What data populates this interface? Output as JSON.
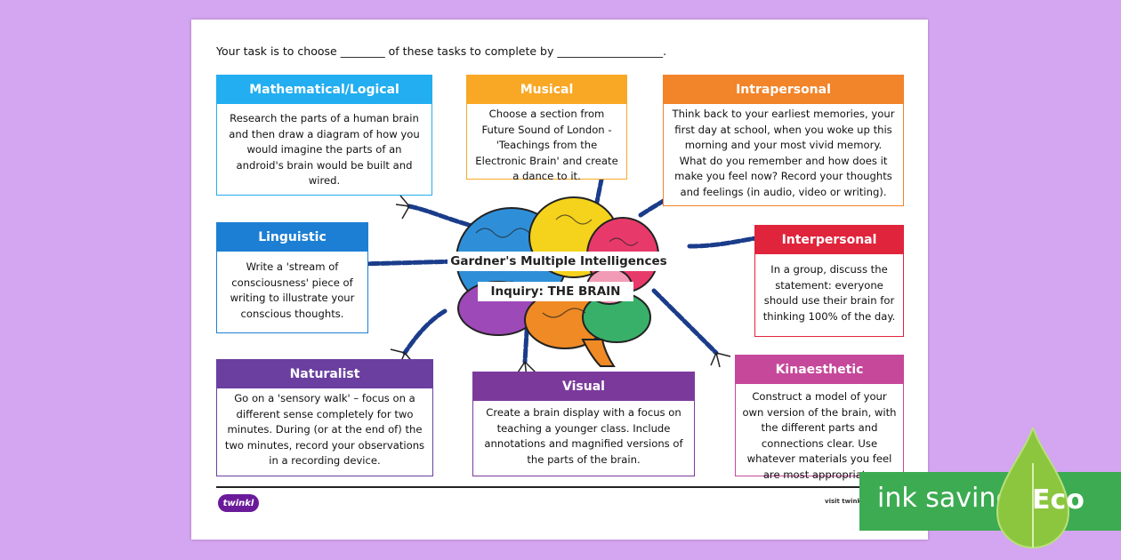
{
  "task_line": "Your task is to choose ________ of these tasks to complete by ___________________.",
  "colors": {
    "background": "#d4a5f0",
    "mathematical": "#22aef0",
    "musical": "#f9a825",
    "intrapersonal": "#f2842a",
    "linguistic": "#1d7fd4",
    "interpersonal": "#e0243b",
    "naturalist": "#6b3fa0",
    "visual": "#7b3a9b",
    "kinaesthetic": "#c5489a",
    "eco_green": "#3cab52"
  },
  "center": {
    "title": "Gardner's Multiple Intelligences",
    "subtitle": "Inquiry: THE BRAIN"
  },
  "boxes": {
    "mathematical": {
      "title": "Mathematical/Logical",
      "text": "Research the parts of a human brain and then draw a diagram of how you would imagine the parts of an android's brain would be built and wired."
    },
    "musical": {
      "title": "Musical",
      "text": "Choose a section from Future Sound of London - 'Teachings from the Electronic Brain' and create a dance to it."
    },
    "intrapersonal": {
      "title": "Intrapersonal",
      "text": "Think back to your earliest memories, your first day at school, when you woke up this morning and your most vivid memory.  What do you remember and how does it make you feel now?  Record your thoughts and feelings (in audio, video or writing)."
    },
    "linguistic": {
      "title": "Linguistic",
      "text": "Write a 'stream of consciousness' piece of writing to illustrate your conscious thoughts."
    },
    "interpersonal": {
      "title": "Interpersonal",
      "text": "In a group, discuss the statement: everyone should use their brain for thinking 100% of the day."
    },
    "naturalist": {
      "title": "Naturalist",
      "text": "Go on a 'sensory walk' – focus on a different sense completely for two minutes. During (or at the end of) the two minutes, record your observations in a recording device."
    },
    "visual": {
      "title": "Visual",
      "text": "Create a brain display with a focus on teaching a younger class.  Include annotations and magnified versions of the parts of the brain."
    },
    "kinaesthetic": {
      "title": "Kinaesthetic",
      "text": "Construct a model of your own version of the brain, with the different parts and connections clear.  Use whatever materials you feel are most appropriate."
    }
  },
  "footer": {
    "logo": "twinkl",
    "visit": "visit twinkl.c"
  },
  "eco_badge": {
    "text": "ink saving",
    "label": "Eco"
  }
}
